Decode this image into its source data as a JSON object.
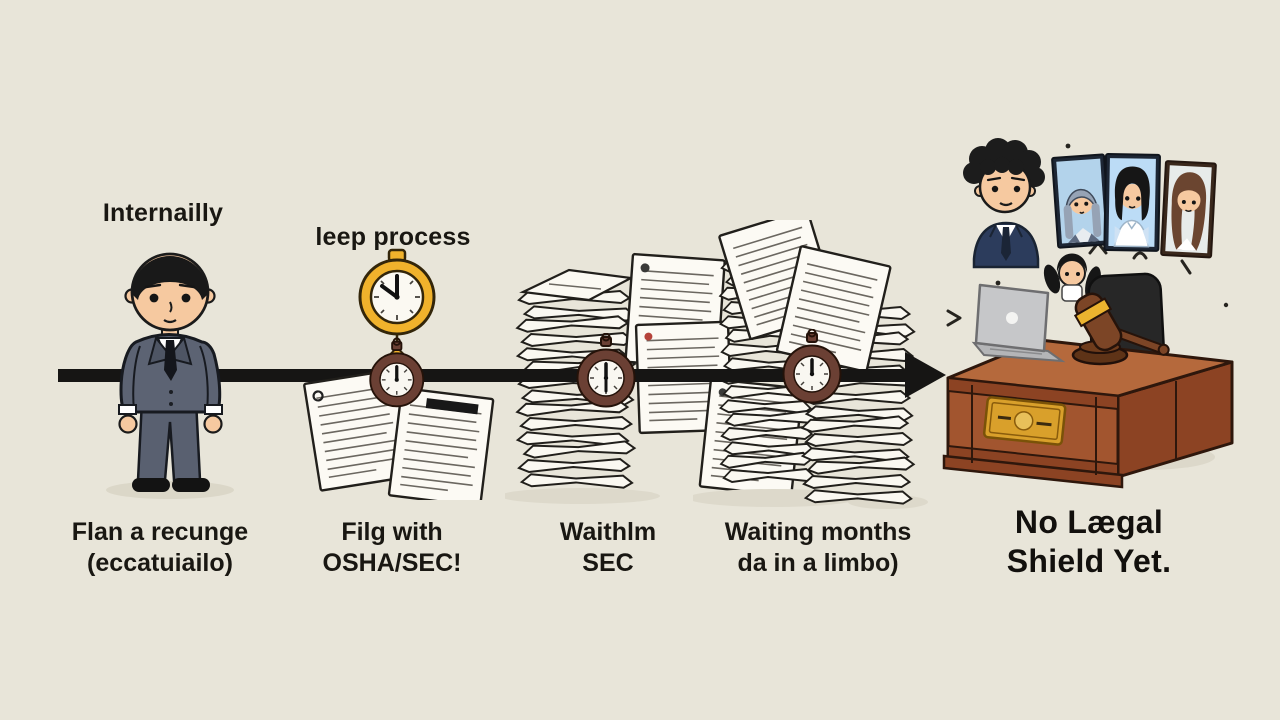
{
  "scene": {
    "background_color": "#e8e5d9",
    "timeline_color": "#161514",
    "gold_color": "#f0b22c",
    "stopwatch_brown": "#6b4034",
    "desk_brown": "#a2552f",
    "portrait_blue": "#bcdcf6"
  },
  "steps": [
    {
      "top_label": "Internailly",
      "caption": [
        "Flan a recunge",
        "(eccatuiailo)"
      ]
    },
    {
      "top_label": "leep process",
      "caption": [
        "Filg with",
        "OSHA/SEC!"
      ]
    },
    {
      "caption": [
        "Waithlm",
        "SEC"
      ]
    },
    {
      "caption": [
        "Waiting months",
        "da in a limbo)"
      ]
    },
    {
      "caption": [
        "No Lægal",
        "Shield Yet."
      ]
    }
  ]
}
